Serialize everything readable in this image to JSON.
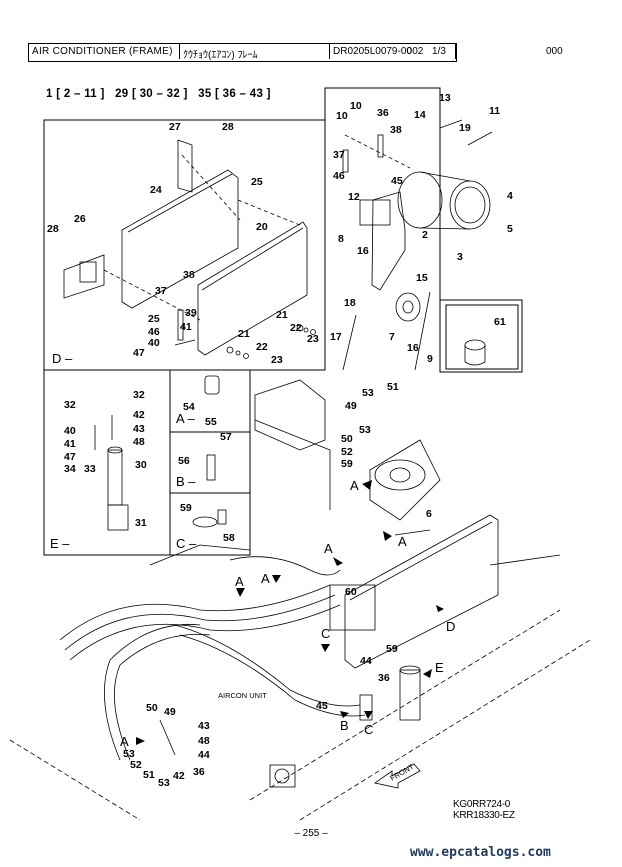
{
  "header": {
    "title": "AIR CONDITIONER (FRAME)",
    "katakana_title": "ｸｳﾁｮｳ(ｴｱｺﾝ) ﾌﾚｰﾑ",
    "drawing_no": "DR0205L0079-00",
    "sheet_code": "002",
    "sheet": "1/3",
    "revision": "000"
  },
  "groups_line": "1 [ 2 – 11 ]   29 [ 30 – 32 ]   35 [ 36 – 43 ]",
  "sections": {
    "D": "D –",
    "E": "E –",
    "A": "A –",
    "B": "B –",
    "C": "C –"
  },
  "callouts": {
    "panel_d": [
      "27",
      "28",
      "24",
      "25",
      "26",
      "28",
      "20",
      "38",
      "37",
      "39",
      "25",
      "46",
      "41",
      "40",
      "47",
      "21",
      "22",
      "23",
      "21",
      "22",
      "23"
    ],
    "panel_compressor": [
      "10",
      "10",
      "36",
      "14",
      "13",
      "11",
      "38",
      "19",
      "37",
      "46",
      "45",
      "4",
      "12",
      "2",
      "5",
      "3",
      "8",
      "16",
      "15",
      "18",
      "7",
      "16",
      "9",
      "17"
    ],
    "panel_61": [
      "61"
    ],
    "panel_e": [
      "32",
      "32",
      "42",
      "43",
      "40",
      "41",
      "48",
      "47",
      "30",
      "34",
      "33",
      "31"
    ],
    "panel_a": [
      "54",
      "55"
    ],
    "panel_b": [
      "57",
      "56"
    ],
    "panel_c": [
      "59",
      "58"
    ],
    "main": [
      "53",
      "51",
      "49",
      "53",
      "50",
      "52",
      "59",
      "6",
      "60",
      "59",
      "44",
      "36",
      "45",
      "50",
      "49",
      "43",
      "48",
      "44",
      "53",
      "52",
      "51",
      "53",
      "42",
      "36"
    ]
  },
  "arrow_labels": [
    "A",
    "A",
    "A",
    "A",
    "A",
    "A",
    "B",
    "C",
    "C",
    "D",
    "E"
  ],
  "aircon_unit_label": "AIRCON UNIT",
  "front_label": "FRONT",
  "reference": {
    "line1": "KG0RR724-0",
    "line2": "KRR18330-EZ"
  },
  "page_number": "– 255 –",
  "watermark": "www.epcatalogs.com"
}
